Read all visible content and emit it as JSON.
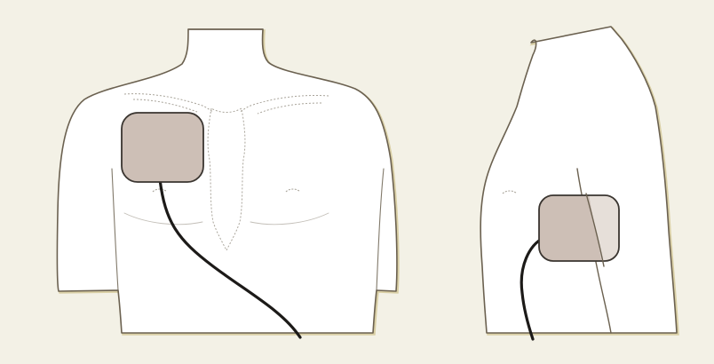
{
  "illustration": {
    "views": [
      {
        "id": "front-view",
        "pad_placement": "right-upper-chest"
      },
      {
        "id": "side-view",
        "pad_placement": "left-lateral-chest"
      }
    ],
    "colors": {
      "background": "#f3f1e6",
      "skin": "#ffffff",
      "outline": "#6b6150",
      "outline_shadow": "#d9cfa5",
      "pad_fill": "#cdbfb6",
      "pad_fill_translucent": "#e6dfd9",
      "pad_border": "#3a3530",
      "cable": "#1c1a18",
      "skeleton": "#a9a49a"
    }
  }
}
